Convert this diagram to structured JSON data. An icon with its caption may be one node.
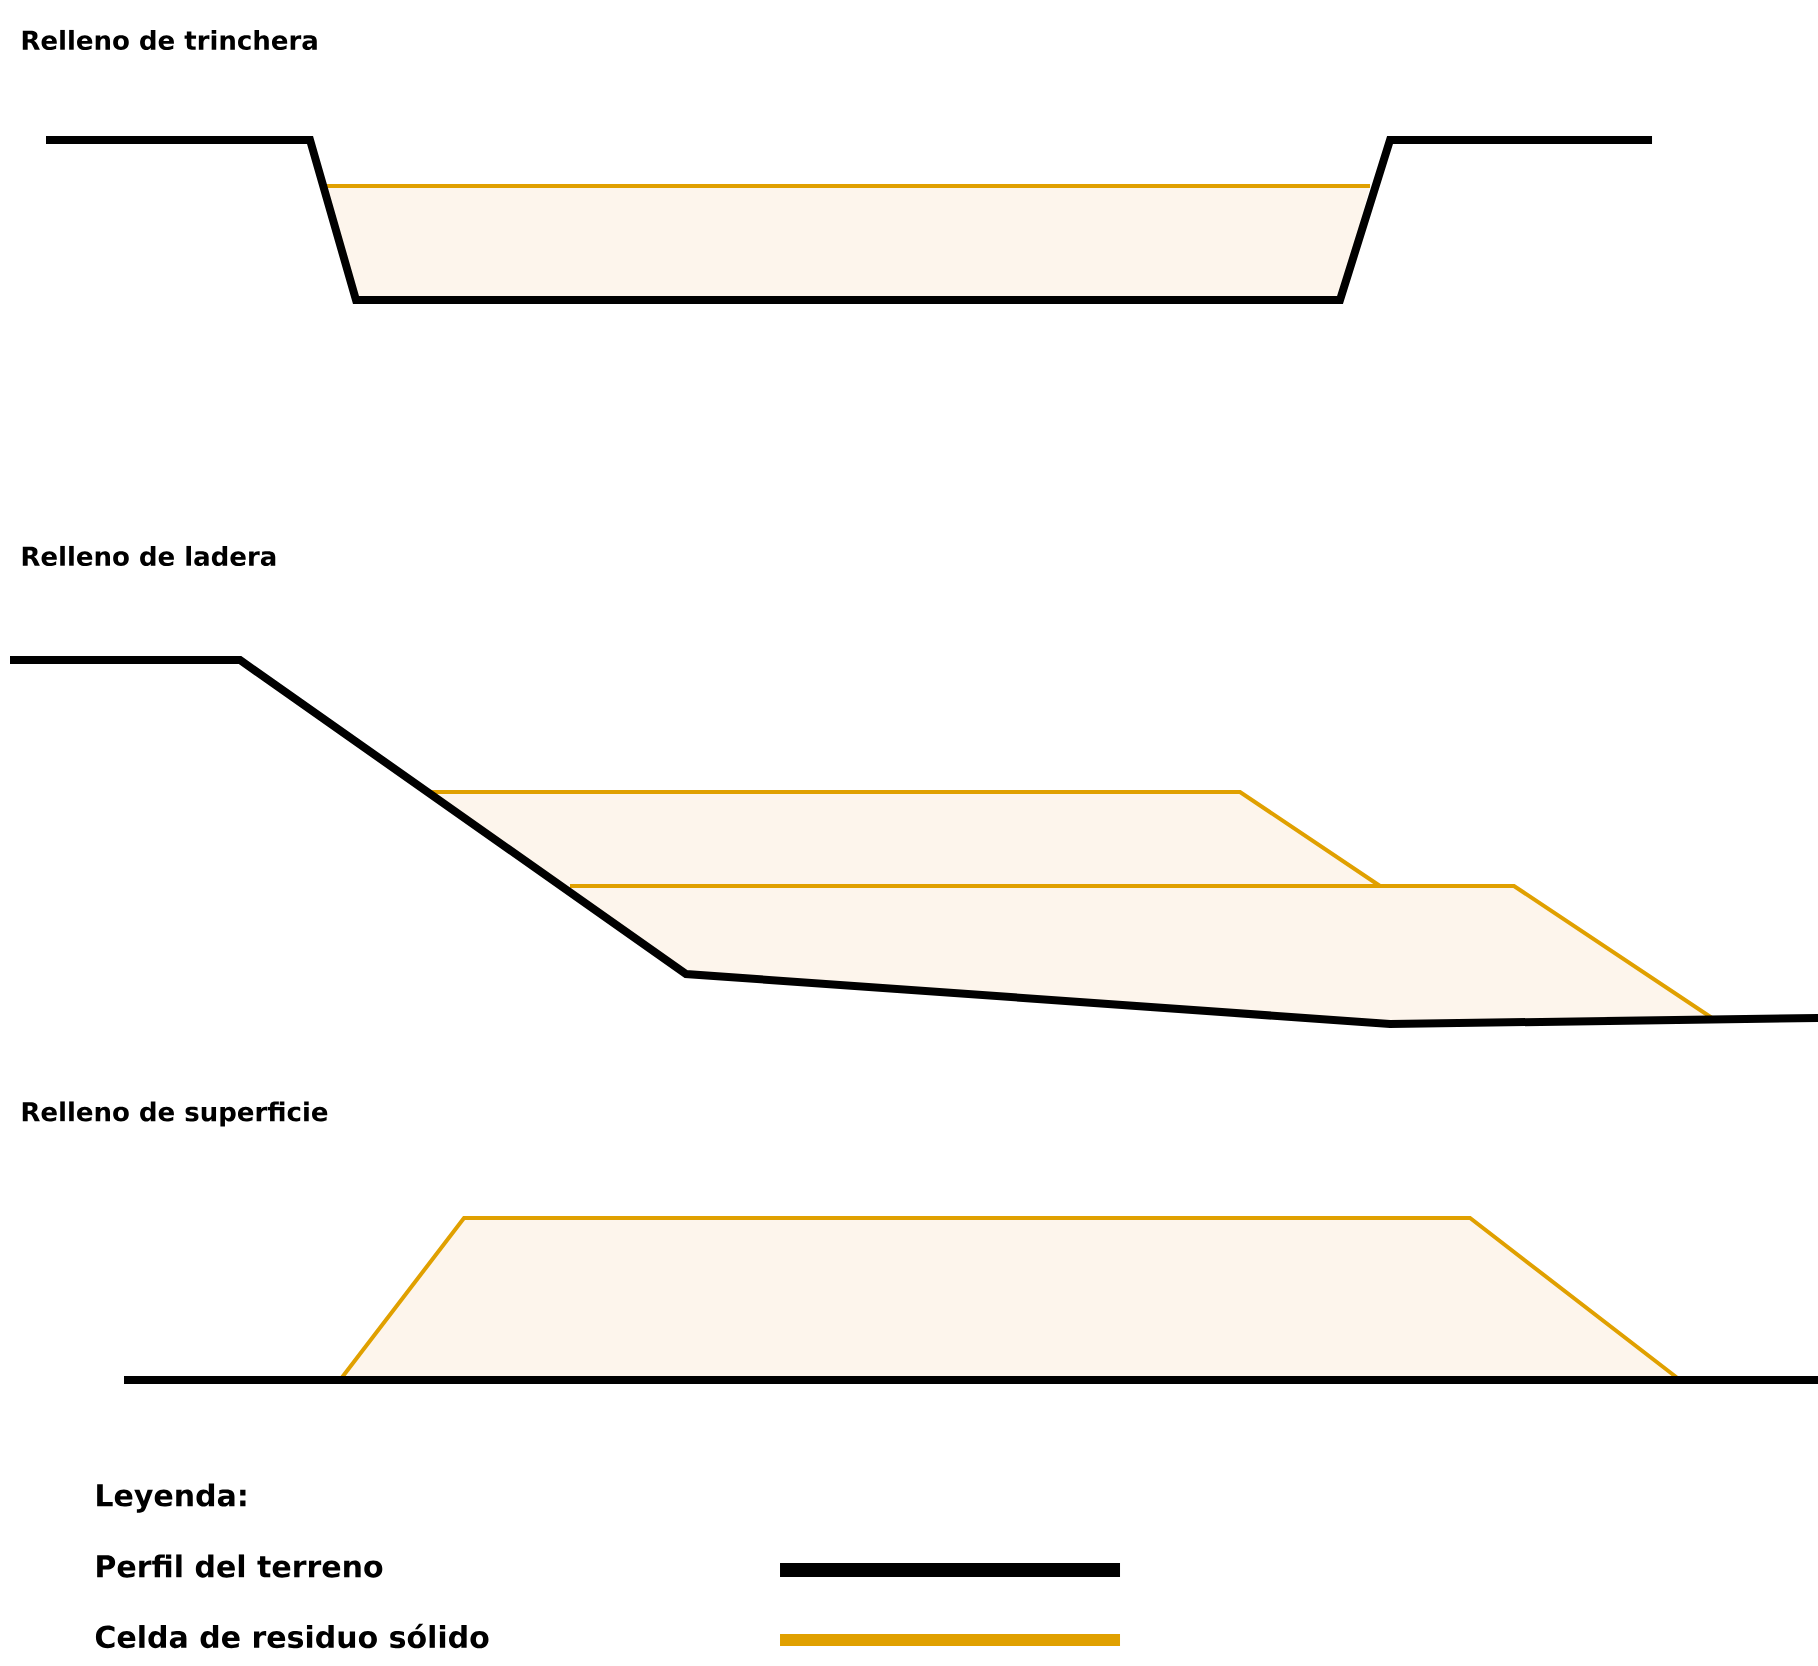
{
  "diagram": {
    "labels": [
      "Relleno de trinchera",
      "Relleno de ladera",
      "Relleno de superficie",
      "Leyenda:"
    ],
    "legend": [
      {
        "text": "Perfil del terreno"
      },
      {
        "text": "Celda de residuo sólido"
      }
    ]
  }
}
